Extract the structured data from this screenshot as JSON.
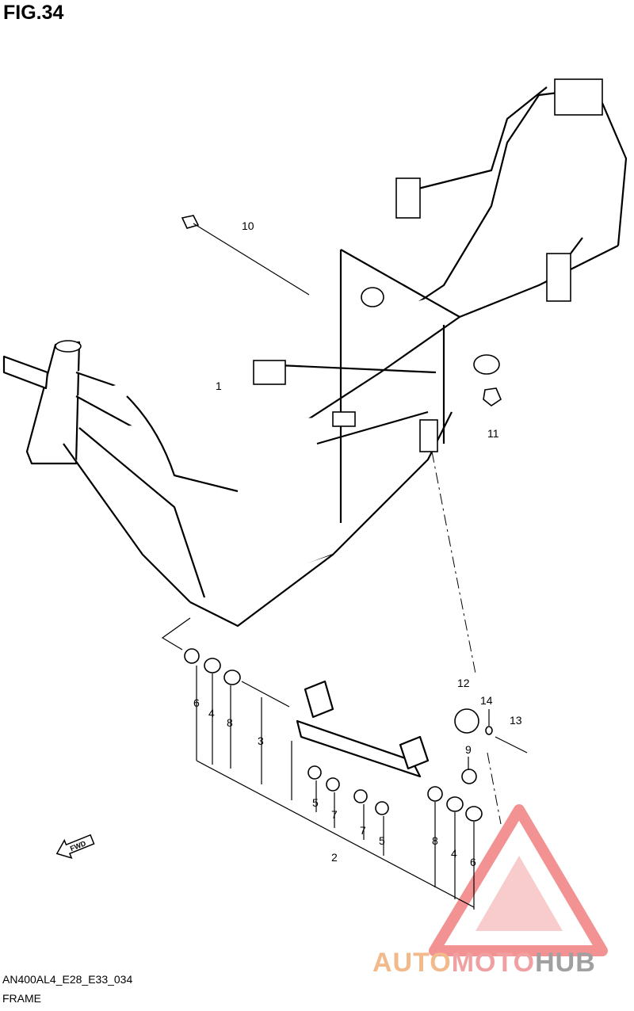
{
  "figure": {
    "title": "FIG.34"
  },
  "callouts": [
    "1",
    "2",
    "3",
    "4",
    "4",
    "5",
    "5",
    "6",
    "6",
    "7",
    "7",
    "8",
    "8",
    "9",
    "10",
    "11",
    "12",
    "13",
    "14"
  ],
  "fwd_label": "FWD",
  "footer": {
    "code": "AN400AL4_E28_E33_034",
    "name": "FRAME"
  },
  "watermark": {
    "part1": "AUTO",
    "part2": "MOTO",
    "part3": "HUB",
    "colors": {
      "auto": "#f2b98a",
      "moto": "#f0a0a0",
      "hub": "#a0a0a0",
      "triangle": "#f08080"
    }
  }
}
